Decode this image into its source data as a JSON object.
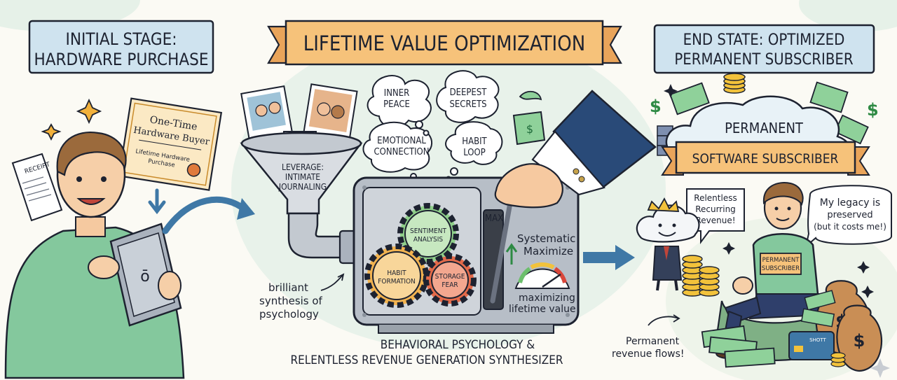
{
  "left": {
    "title_line1": "INITIAL STAGE:",
    "title_line2": "HARDWARE PURCHASE",
    "receipt": "RECEIPT",
    "certificate": {
      "line1": "One-Time",
      "line2": "Hardware Buyer",
      "line3": "Lifetime Hardware",
      "line4": "Purchase"
    }
  },
  "middle": {
    "banner": "LIFETIME VALUE OPTIMIZATION",
    "bubbles": {
      "inner_peace_1": "INNER",
      "inner_peace_2": "PEACE",
      "secrets_1": "DEEPEST",
      "secrets_2": "SECRETS",
      "emotional_1": "EMOTIONAL",
      "emotional_2": "CONNECTION",
      "habit_loop_1": "HABIT",
      "habit_loop_2": "LOOP"
    },
    "funnel_1": "LEVERAGE:",
    "funnel_2": "INTIMATE",
    "funnel_3": "JOURNALING",
    "gears": {
      "sentiment_1": "SENTIMENT",
      "sentiment_2": "ANALYSIS",
      "habit_1": "HABIT",
      "habit_2": "FORMATION",
      "storage_1": "STORAGE",
      "storage_2": "FEAR"
    },
    "max": "MAX",
    "systematic_1": "Systematic",
    "systematic_2": "Maximize",
    "maximizing_1": "maximizing",
    "maximizing_2": "lifetime value",
    "synthesis_1": "brilliant",
    "synthesis_2": "synthesis of",
    "synthesis_3": "psychology",
    "caption_1": "BEHAVIORAL PSYCHOLOGY &",
    "caption_2": "RELENTLESS REVENUE GENERATION SYNTHESIZER"
  },
  "right": {
    "title_line1": "END STATE: OPTIMIZED",
    "title_line2": "PERMANENT SUBSCRIBER",
    "cloud_label": "PERMANENT",
    "ribbon": "SOFTWARE SUBSCRIBER",
    "speech_left_1": "Relentless",
    "speech_left_2": "Recurring",
    "speech_left_3": "Revenue!",
    "speech_right_1": "My legacy is",
    "speech_right_2": "preserved",
    "speech_right_3": "(but it costs me!)",
    "shirt_1": "PERMANENT",
    "shirt_2": "SUBSCRIBER",
    "flows_1": "Permanent",
    "flows_2": "revenue flows!",
    "card": "SHOTT"
  },
  "colors": {
    "title_blue": "#cfe3ef",
    "banner_orange": "#f6c27a",
    "ink": "#1d2230",
    "arrow_blue": "#3f78a6",
    "green_shirt": "#7cc49a",
    "machine_grey": "#b7bec7"
  }
}
